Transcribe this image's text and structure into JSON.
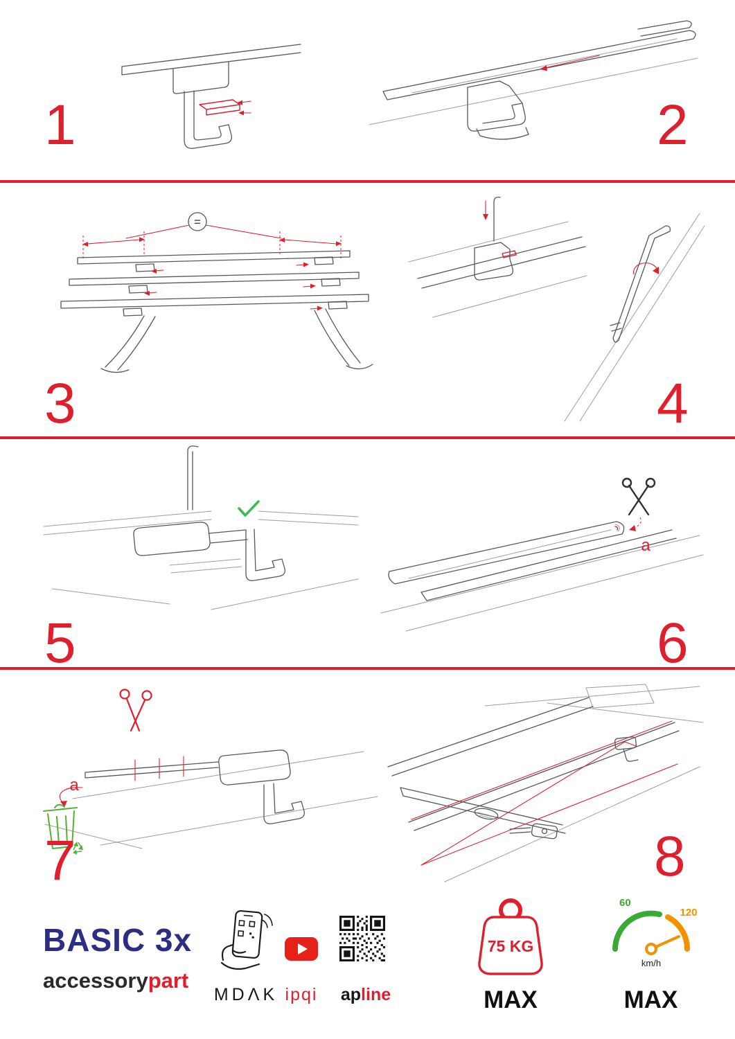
{
  "steps": [
    {
      "number": "1"
    },
    {
      "number": "2"
    },
    {
      "number": "3",
      "equal_label": "="
    },
    {
      "number": "4"
    },
    {
      "number": "5"
    },
    {
      "number": "6",
      "part_label": "a"
    },
    {
      "number": "7",
      "part_label": "a"
    },
    {
      "number": "8"
    }
  ],
  "footer": {
    "product_name": "BASIC 3x",
    "brand": {
      "black": "accessory",
      "red": "part"
    },
    "partners": {
      "phone": "MDΛK",
      "video": "ipqi",
      "qr_black": "ap",
      "qr_red": "line"
    },
    "weight": {
      "value": "75 KG",
      "max": "MAX"
    },
    "speed": {
      "low": "60",
      "high": "120",
      "unit": "km/h",
      "max": "MAX"
    }
  },
  "colors": {
    "accent_red": "#e01f2d",
    "brand_blue": "#2b2e83",
    "check_green": "#3dbb52",
    "recycle_green": "#55b031",
    "speed_green": "#3aaa35",
    "speed_orange": "#f39200",
    "youtube_red": "#e62117"
  }
}
